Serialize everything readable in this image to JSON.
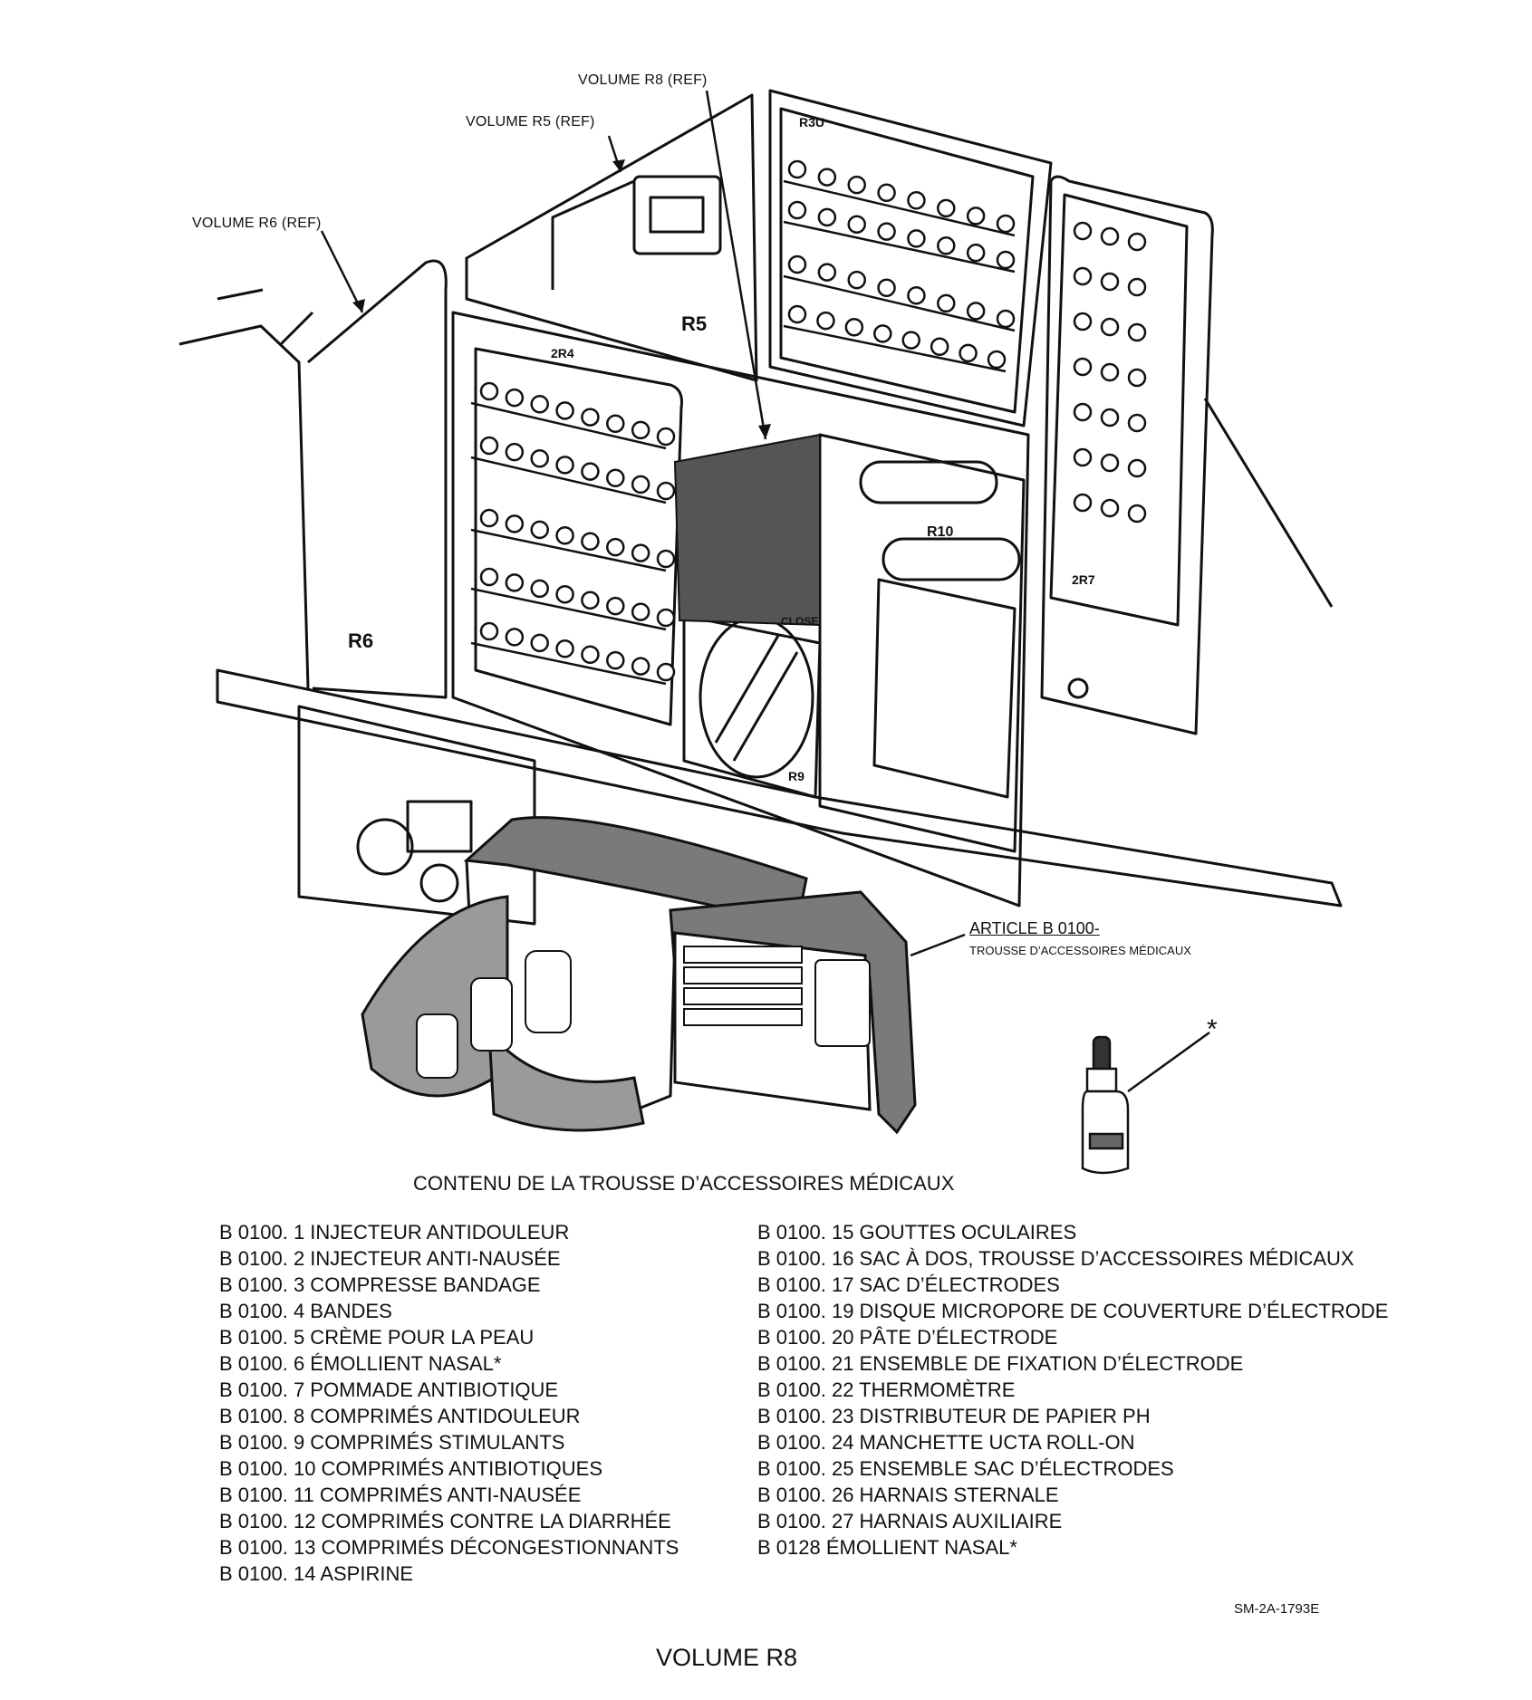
{
  "callouts": {
    "vol_r8": "VOLUME R8 (REF)",
    "vol_r5": "VOLUME R5 (REF)",
    "vol_r6": "VOLUME R6 (REF)",
    "article": "ARTICLE B 0100-",
    "article_sub": "TROUSSE D’ACCESSOIRES MÉDICAUX",
    "asterisk": "*"
  },
  "panel_marks": {
    "r5": "R5",
    "r6": "R6",
    "r10": "R10",
    "r4": "2R4",
    "r3": "R3U",
    "r7": "2R7",
    "r9": "R9",
    "close": "CLOSE"
  },
  "contents_title": "CONTENU DE LA TROUSSE D’ACCESSOIRES MÉDICAUX",
  "items_left": [
    "B 0100. 1 INJECTEUR ANTIDOULEUR",
    "B 0100. 2 INJECTEUR ANTI-NAUSÉE",
    "B 0100. 3 COMPRESSE BANDAGE",
    "B 0100. 4 BANDES",
    "B 0100. 5 CRÈME POUR LA PEAU",
    "B 0100. 6 ÉMOLLIENT NASAL*",
    "B 0100. 7 POMMADE ANTIBIOTIQUE",
    "B 0100. 8 COMPRIMÉS ANTIDOULEUR",
    "B 0100. 9 COMPRIMÉS STIMULANTS",
    "B 0100. 10 COMPRIMÉS ANTIBIOTIQUES",
    "B 0100. 11 COMPRIMÉS ANTI-NAUSÉE",
    "B 0100. 12 COMPRIMÉS CONTRE LA DIARRHÉE",
    "B 0100. 13 COMPRIMÉS DÉCONGESTIONNANTS",
    "B 0100. 14 ASPIRINE"
  ],
  "items_right": [
    "B 0100. 15 GOUTTES OCULAIRES",
    "B 0100. 16 SAC À DOS, TROUSSE D’ACCESSOIRES MÉDICAUX",
    "B 0100. 17 SAC D’ÉLECTRODES",
    "B 0100. 19 DISQUE MICROPORE DE COUVERTURE D’ÉLECTRODE",
    "B 0100. 20 PÂTE D’ÉLECTRODE",
    "B 0100. 21 ENSEMBLE DE FIXATION D’ÉLECTRODE",
    "B 0100. 22 THERMOMÈTRE",
    "B 0100. 23 DISTRIBUTEUR DE PAPIER PH",
    "B 0100. 24 MANCHETTE UCTA ROLL-ON",
    "B 0100. 25 ENSEMBLE SAC D’ÉLECTRODES",
    "B 0100. 26 HARNAIS STERNALE",
    "B 0100. 27 HARNAIS AUXILIAIRE",
    "B 0128 ÉMOLLIENT NASAL*"
  ],
  "drawing_code": "SM-2A-1793E",
  "volume_title": "VOLUME R8",
  "colors": {
    "ink": "#111111",
    "shade": "#555555",
    "panel": "#e9e9e9",
    "bag": "#7a7a7a"
  }
}
